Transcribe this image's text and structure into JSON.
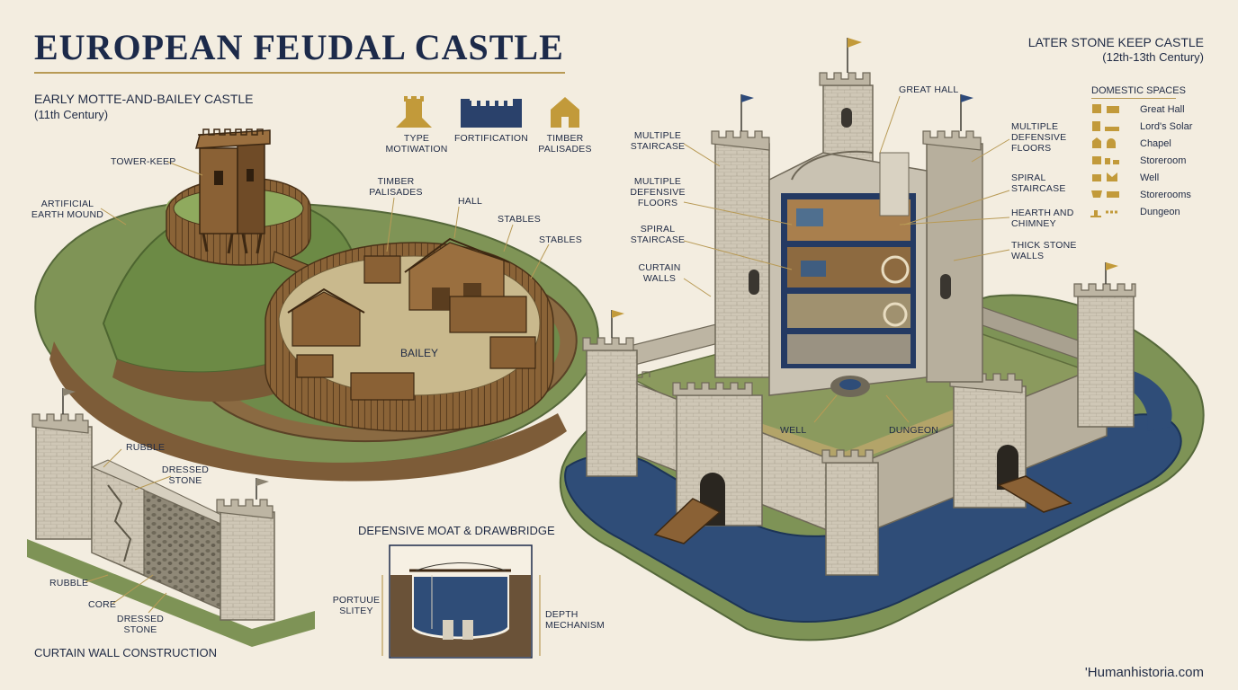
{
  "header": {
    "title": "EUROPEAN FEUDAL CASTLE",
    "early_title": "EARLY MOTTE-AND-BAILEY CASTLE",
    "early_period": "(11th Century)",
    "later_title": "LATER STONE KEEP CASTLE",
    "later_period": "(12th-13th Century)"
  },
  "legend": {
    "items": [
      {
        "icon": "tower-icon",
        "label_line1": "TYPE",
        "label_line2": "MOTIWATION"
      },
      {
        "icon": "wall-icon",
        "label_line1": "FORTIFICATION",
        "label_line2": ""
      },
      {
        "icon": "palisade-house-icon",
        "label_line1": "TIMBER",
        "label_line2": "PALISADES"
      }
    ]
  },
  "motte_labels": {
    "tower_keep": "TOWER-KEEP",
    "earth_mound_1": "ARTIFICIAL",
    "earth_mound_2": "EARTH  MOUND",
    "palisades_1": "TIMBER",
    "palisades_2": "PALISADES",
    "hall": "HALL",
    "stables_1": "STABLES",
    "stables_2": "STABLES",
    "bailey": "BAILEY"
  },
  "keep_labels": {
    "great_hall": "GREAT HALL",
    "left_staircase_1": "MULTIPLE",
    "left_staircase_2": "STAIRCASE",
    "left_floors_1": "MULTIPLE",
    "left_floors_2": "DEFENSIVE",
    "left_floors_3": "FLOORS",
    "left_spiral_1": "SPIRAL",
    "left_spiral_2": "STAIRCASE",
    "curtain_1": "CURTAIN",
    "curtain_2": "WALLS",
    "right_floors_1": "MULTIPLE",
    "right_floors_2": "DEFENSIVE",
    "right_floors_3": "FLOORS",
    "right_spiral_1": "SPIRAL",
    "right_spiral_2": "STAIRCASE",
    "hearth_1": "HEARTH AND",
    "hearth_2": "CHIMNEY",
    "walls_1": "THICK STONE",
    "walls_2": "WALLS",
    "well": "WELL",
    "dungeon": "DUNGEON"
  },
  "domestic": {
    "title": "DOMESTIC SPACES",
    "items": [
      {
        "label": "Great Hall",
        "icon": "great-hall-icon"
      },
      {
        "label": "Lord's Solar",
        "icon": "solar-icon"
      },
      {
        "label": "Chapel",
        "icon": "chapel-icon"
      },
      {
        "label": "Storeroom",
        "icon": "storeroom-icon"
      },
      {
        "label": "Well",
        "icon": "well-icon"
      },
      {
        "label": "Storerooms",
        "icon": "storerooms-icon"
      },
      {
        "label": "Dungeon",
        "icon": "dungeon-icon"
      }
    ]
  },
  "curtain_wall": {
    "title": "CURTAIN WALL CONSTRUCTION",
    "rubble_top": "RUBBLE",
    "dressed_top_1": "DRESSED",
    "dressed_top_2": "STONE",
    "rubble_bottom": "RUBBLE",
    "core": "CORE",
    "dressed_bottom_1": "DRESSED",
    "dressed_bottom_2": "STONE"
  },
  "moat": {
    "title": "DEFENSIVE MOAT & DRAWBRIDGE",
    "left_1": "PORTUUE",
    "left_2": "SLITEY",
    "right_1": "DEPTH",
    "right_2": "MECHANISM"
  },
  "credit": "'Humanhistoria.com",
  "colors": {
    "background": "#f3ede0",
    "navy": "#1c2a4a",
    "gold": "#b89a55",
    "grass": "#7d8f55",
    "earth": "#8a6a42",
    "stone": "#c9c2b2",
    "water": "#2f4d78"
  }
}
